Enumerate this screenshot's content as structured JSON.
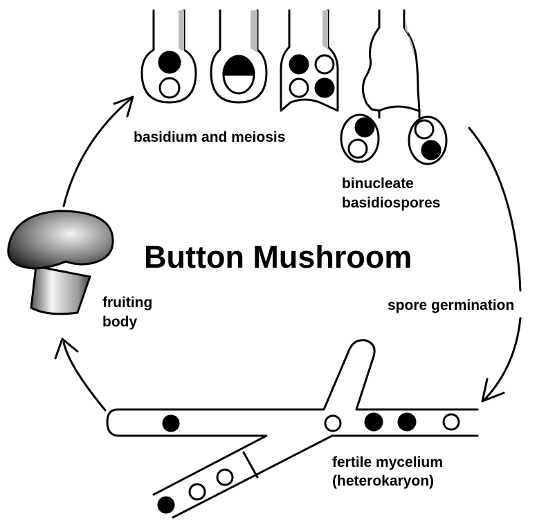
{
  "diagram": {
    "title": "Button Mushroom",
    "stages": {
      "basidium": "basidium and meiosis",
      "spores_line1": "binucleate",
      "spores_line2": "basidiospores",
      "germination": "spore germination",
      "mycelium_line1": "fertile mycelium",
      "mycelium_line2": "(heterokaryon)",
      "fruiting_line1": "fruiting",
      "fruiting_line2": "body"
    },
    "colors": {
      "ink": "#000000",
      "paper": "#ffffff",
      "shading": "#9a9a9a"
    }
  }
}
